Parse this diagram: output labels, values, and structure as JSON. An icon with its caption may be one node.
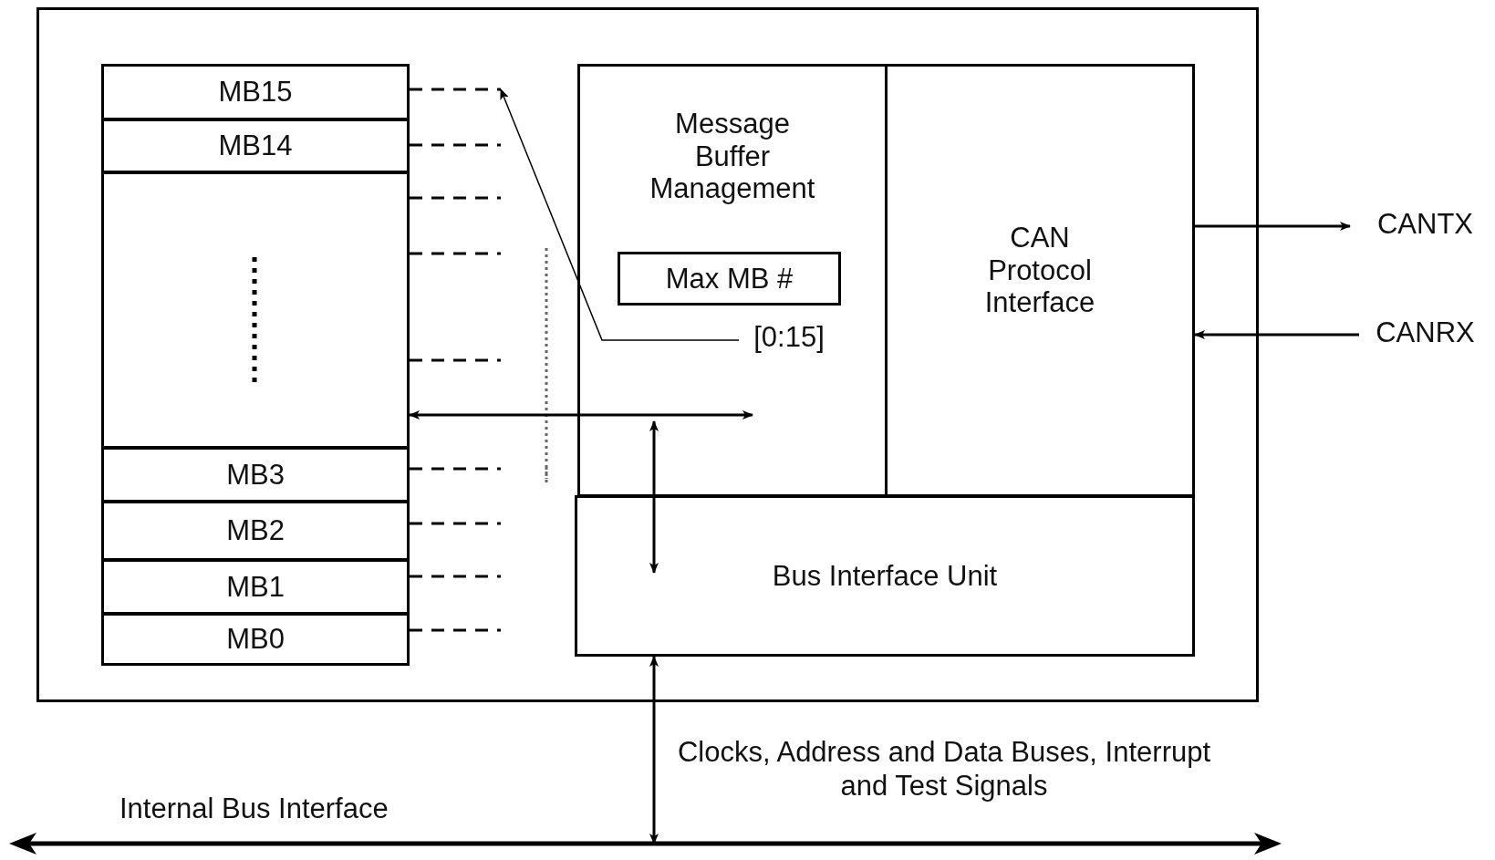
{
  "diagram": {
    "nodes": [
      {
        "text": [],
        "shape": "box"
      },
      {
        "text": [
          "MB15"
        ],
        "in": 0
      },
      {
        "text": [
          "MB14"
        ],
        "in": 0
      },
      {
        "text": [],
        "shape": "box",
        "in": 0
      },
      {
        "text": [
          "MB3"
        ],
        "in": 0
      },
      {
        "text": [
          "MB2"
        ],
        "in": 0
      },
      {
        "text": [
          "MB1"
        ],
        "in": 0
      },
      {
        "text": [
          "MB0"
        ],
        "in": 0
      },
      {
        "text": [
          "Message Buffer Management"
        ],
        "in": 0
      },
      {
        "text": [
          "Max MB #"
        ],
        "in": 8
      },
      {
        "text": [
          "CAN Protocol Interface"
        ],
        "in": 0
      },
      {
        "text": [
          "Bus Interface Unit"
        ],
        "in": 0
      },
      {
        "text": [
          "[0:15]"
        ],
        "in": 8
      },
      {
        "text": [
          "CANTX"
        ]
      },
      {
        "text": [
          "CANRX"
        ]
      },
      {
        "text": [],
        "shape": "bar",
        "beside": [
          "Internal Bus Interface"
        ]
      }
    ],
    "edges": [
      {
        "from": 3,
        "to": null,
        "arrow": "both"
      },
      {
        "from": 8,
        "to": 11,
        "arrow": "both"
      },
      {
        "from": 10,
        "to": 13,
        "arrow": "to"
      },
      {
        "from": 14,
        "to": 10,
        "arrow": "to"
      },
      {
        "from": 11,
        "to": 15,
        "arrow": "both",
        "label": "Clocks, Address and Data Buses, Interrupt and Test Signals"
      },
      {
        "from": 12,
        "to": null,
        "arrow": "to"
      },
      {
        "from": 1,
        "to": null,
        "arrow": "none",
        "style": "dashed"
      },
      {
        "from": 2,
        "to": null,
        "arrow": "none",
        "style": "dashed"
      },
      {
        "from": 3,
        "to": null,
        "arrow": "none",
        "style": "dashed"
      },
      {
        "from": 3,
        "to": null,
        "arrow": "none",
        "style": "dashed"
      },
      {
        "from": 3,
        "to": null,
        "arrow": "none",
        "style": "dashed"
      },
      {
        "from": 4,
        "to": null,
        "arrow": "none",
        "style": "dashed"
      },
      {
        "from": 5,
        "to": null,
        "arrow": "none",
        "style": "dashed"
      },
      {
        "from": 6,
        "to": null,
        "arrow": "none",
        "style": "dashed"
      },
      {
        "from": 7,
        "to": null,
        "arrow": "none",
        "style": "dashed"
      }
    ]
  }
}
